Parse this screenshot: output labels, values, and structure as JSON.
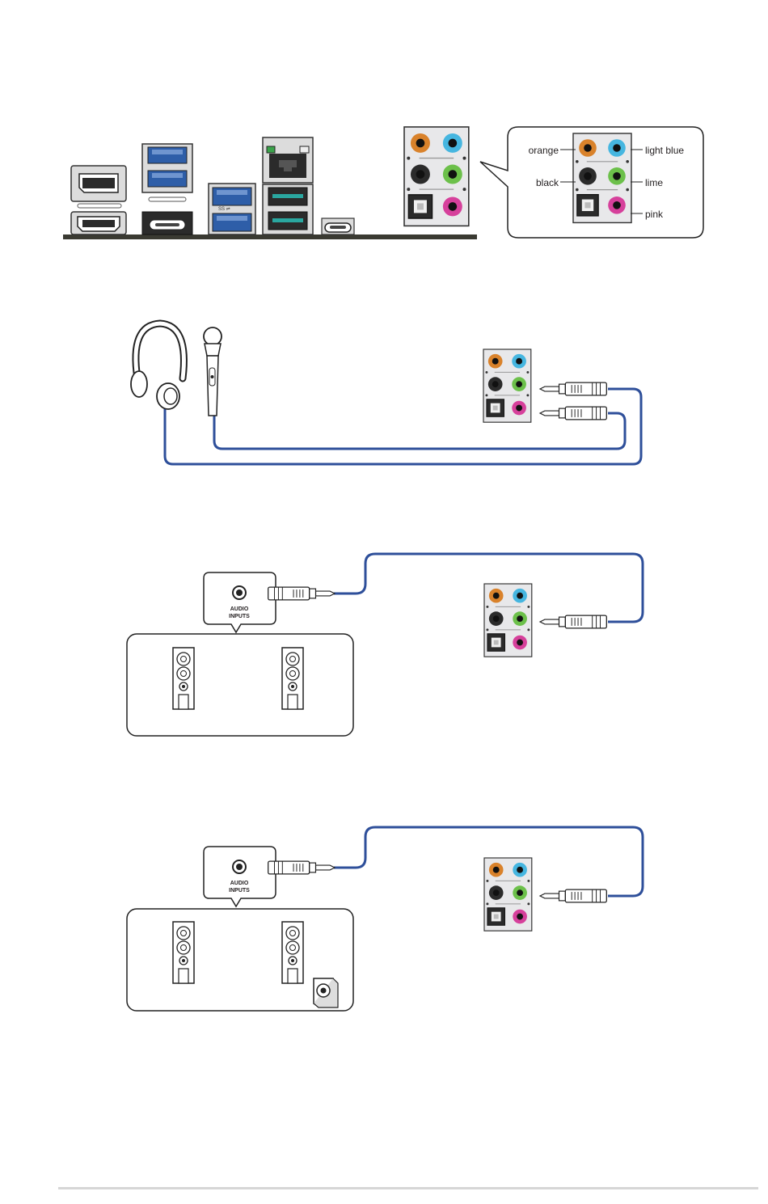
{
  "colors": {
    "orange": "#d9822b",
    "light_blue": "#46b6e0",
    "lime": "#6cc04a",
    "pink": "#d6409b",
    "black": "#2b2b2b",
    "cable": "#2e4f9a",
    "usb_blue": "#2e5ea8",
    "usb_teal": "#2aa7a0",
    "panel": "#e8e8ea",
    "board": "#3a3a32"
  },
  "legend": {
    "orange": "orange",
    "light_blue": "light blue",
    "black": "black",
    "lime": "lime",
    "pink": "pink"
  },
  "speaker_box": {
    "label_line1": "AUDIO",
    "label_line2": "INPUTS"
  },
  "icons": [
    "dual-usb-a-icon",
    "hdmi-icon",
    "displayport-icon",
    "usb-c-icon",
    "ethernet-icon",
    "optical-spdif-icon",
    "headphones-icon",
    "microphone-icon",
    "audio-plug-icon",
    "speaker-icon",
    "subwoofer-icon"
  ]
}
